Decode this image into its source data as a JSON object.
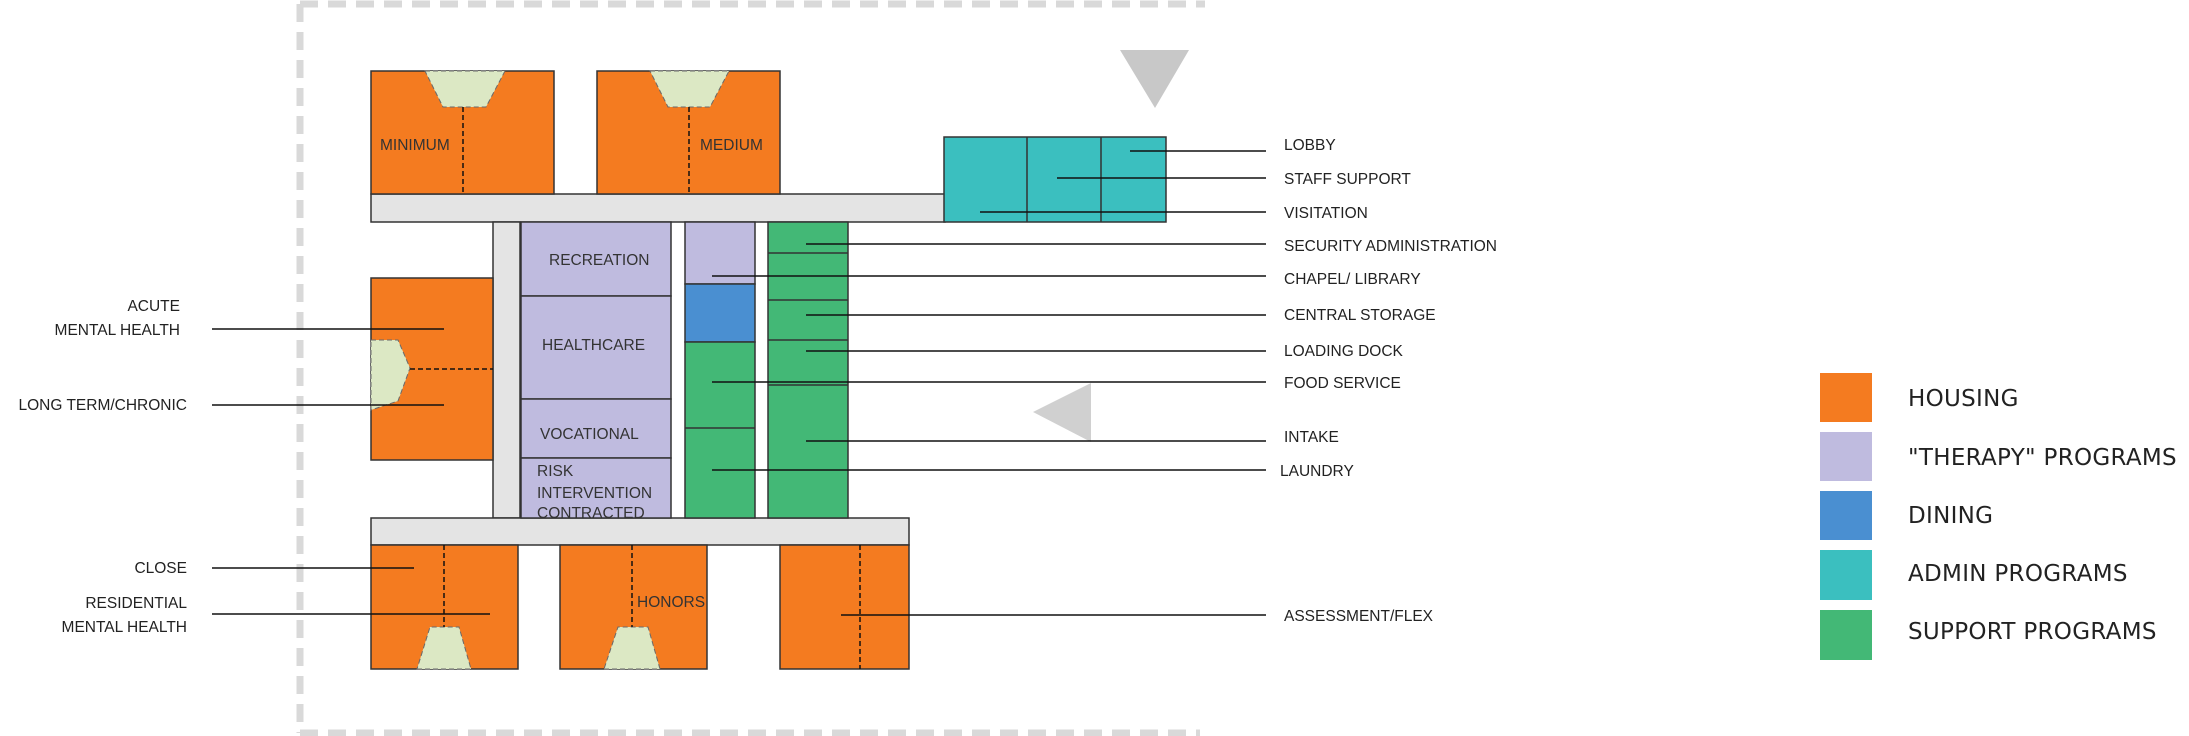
{
  "colors": {
    "housing": "#F47B20",
    "therapy": "#BFBBDF",
    "dining": "#4A8FD1",
    "admin": "#3BBFBF",
    "support": "#43B876",
    "corridor": "#E4E4E4",
    "window": "#DCE8C4",
    "site_border": "#D9D9D9",
    "line": "#111111"
  },
  "icons": [
    "triangle-down-icon",
    "triangle-left-icon"
  ],
  "housing": {
    "minimum": "MINIMUM",
    "medium": "MEDIUM",
    "honors": "HONORS"
  },
  "therapy": {
    "recreation": "RECREATION",
    "healthcare": "HEALTHCARE",
    "vocational": "VOCATIONAL",
    "risk": [
      "RISK",
      "INTERVENTION",
      "CONTRACTED"
    ]
  },
  "callouts_left": {
    "acute": [
      "ACUTE",
      "MENTAL HEALTH"
    ],
    "long_term": "LONG TERM/CHRONIC",
    "close": "CLOSE",
    "residential": [
      "RESIDENTIAL",
      "MENTAL HEALTH"
    ]
  },
  "callouts_right": {
    "lobby": "LOBBY",
    "staff_support": "STAFF SUPPORT",
    "visitation": "VISITATION",
    "security_admin": "SECURITY ADMINISTRATION",
    "chapel_library": "CHAPEL/ LIBRARY",
    "central_storage": "CENTRAL STORAGE",
    "loading_dock": "LOADING DOCK",
    "food_service": "FOOD SERVICE",
    "intake": "INTAKE",
    "laundry": "LAUNDRY",
    "assessment_flex": "ASSESSMENT/FLEX"
  },
  "legend": {
    "housing": "HOUSING",
    "therapy": "\"THERAPY\" PROGRAMS",
    "dining": "DINING",
    "admin": "ADMIN PROGRAMS",
    "support": "SUPPORT PROGRAMS"
  }
}
